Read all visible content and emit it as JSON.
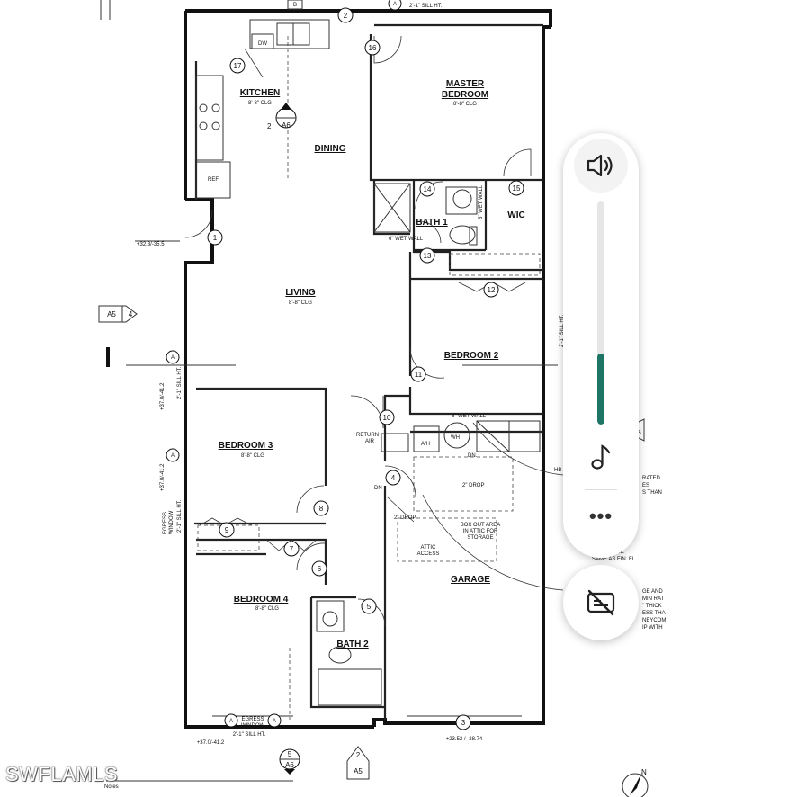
{
  "watermark": "SWFLAMLS",
  "plan": {
    "rooms": {
      "kitchen": "KITCHEN",
      "kitchen_clg": "8'-8\" CLG",
      "dining": "DINING",
      "master": [
        "MASTER",
        "BEDROOM"
      ],
      "master_clg": "8'-8\" CLG",
      "living": "LIVING",
      "living_clg": "8'-8\" CLG",
      "bath1": "BATH 1",
      "wic": "WIC",
      "bedroom2": "BEDROOM 2",
      "bedroom3": "BEDROOM 3",
      "bedroom3_clg": "8'-8\" CLG",
      "bedroom4": "BEDROOM 4",
      "bedroom4_clg": "8'-8\" CLG",
      "bath2": "BATH 2",
      "garage": "GARAGE"
    },
    "labels": {
      "dw": "DW",
      "ref": "REF",
      "sill_top": "2'-1\" SILL HT.",
      "elev_left": "+32.3/-35.5",
      "wet_wall_1": "6\" WET WALL",
      "wet_wall_2": "6\" WET WALL",
      "wet_wall_3": "6\" WET WALL",
      "return_air": [
        "RETURN",
        "AIR"
      ],
      "ah": "A/H",
      "wh": "WH",
      "dn1": "DN.",
      "dn2": "DN",
      "drop1": "2\" DROP",
      "drop2": "2\" DROP",
      "box_out": [
        "BOX OUT AREA",
        "IN ATTIC FOR",
        "STORAGE"
      ],
      "attic": [
        "ATTIC",
        "ACCESS"
      ],
      "egress_left": [
        "EGRESS",
        "WINDOW"
      ],
      "sill_left1": "2'-1\" SILL HT.",
      "elev_left2": "+37.0/-41.2",
      "sill_left2": "2'-1\" SILL HT.",
      "elev_left3": "+37.0/-41.2",
      "egress_bottom": [
        "EGRESS",
        "WINDOW"
      ],
      "sill_bottom": "2'-1\" SILL HT.",
      "elev_bottom": "+37.0/-41.2",
      "elev_garage": "+23.52 / -28.74",
      "sill_right": "2'-1\" SILL HT.",
      "notes": "Notes",
      "north": "N",
      "right_partial": [
        "RATED",
        "ES",
        "S THAN"
      ],
      "right_partial2": [
        "D TO BE",
        "SAME AS FIN. FL."
      ],
      "right_partial3": [
        "GE AND",
        "MIN RAT",
        "\" THICK",
        "ESS THA",
        "NEYCOM",
        "IP WITH"
      ],
      "hb": "HB"
    },
    "tags": [
      "1",
      "2",
      "3",
      "4",
      "5",
      "6",
      "7",
      "8",
      "9",
      "10",
      "11",
      "12",
      "13",
      "14",
      "15",
      "16",
      "17"
    ],
    "sections": {
      "a5_left_letter": "A5",
      "a5_left_num": "4",
      "a_mark": "A",
      "a6_top_num": "2",
      "a6_top_letter": "A6",
      "a6_bottom_num": "5",
      "a6_bottom_letter": "A6",
      "a5_bottom_num": "2",
      "a5_bottom_letter": "A5",
      "top_b": "B",
      "right_5": "5"
    }
  },
  "volume_overlay": {
    "level": 0.32,
    "accent_color": "#1e7565",
    "icons": [
      "speaker-icon",
      "music-note-icon",
      "more-icon",
      "captions-off-icon"
    ]
  }
}
